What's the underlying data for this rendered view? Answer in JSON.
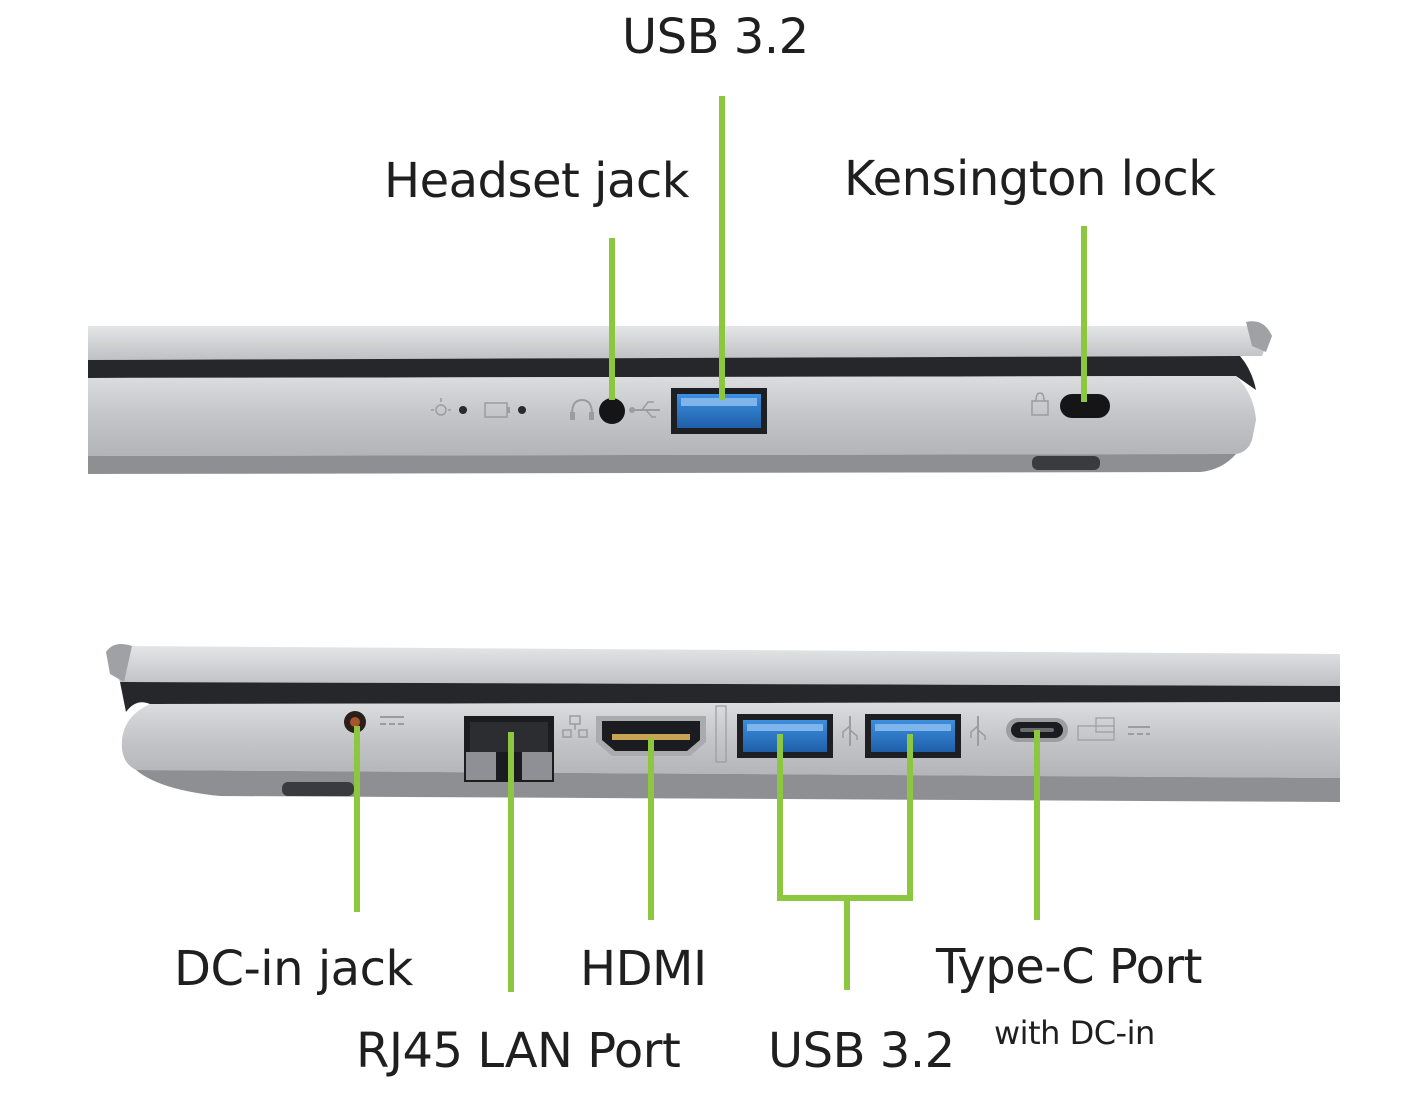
{
  "colors": {
    "callout": "#8dc63f",
    "chassis": "#c9cacc",
    "chassis_dark": "#8d8f93",
    "seam": "#26272a",
    "port_blue": "#2f7fd0",
    "text": "#1f1f1f"
  },
  "labels": {
    "usb_top": "USB 3.2",
    "headset_jack": "Headset jack",
    "kensington_lock": "Kensington lock",
    "dc_in_jack": "DC-in jack",
    "rj45_lan_port": "RJ45 LAN Port",
    "hdmi": "HDMI",
    "usb_bottom": "USB 3.2",
    "type_c_port": "Type-C Port",
    "type_c_note": "with DC-in"
  },
  "icons": {
    "right_side": [
      "power-led-icon",
      "battery-led-icon",
      "headset-icon",
      "usb-symbol-icon",
      "lock-icon"
    ],
    "left_side": [
      "dc-power-icon",
      "network-icon",
      "hdmi-icon",
      "usb-symbol-icon",
      "usb-symbol-icon",
      "usb-c-dc-icon"
    ]
  }
}
